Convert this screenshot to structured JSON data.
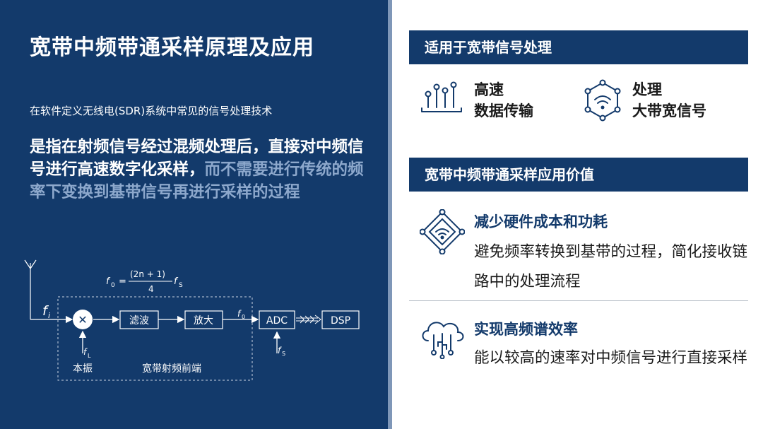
{
  "left": {
    "title": "宽带中频带通采样原理及应用",
    "subtitle": "在软件定义无线电(SDR)系统中常见的信号处理技术",
    "lead_bold": "是指在射频信号经过混频处理后，直接对中频信号进行高速数字化采样，",
    "lead_muted": "而不需要进行传统的频率下变换到基带信号再进行采样的过程"
  },
  "diagram": {
    "formula_lhs": "f",
    "formula_lhs_sub": "0",
    "formula_eq": "=",
    "formula_numerator": "(2n + 1)",
    "formula_denominator": "4",
    "formula_rhs": "f",
    "formula_rhs_sub": "S",
    "input_label": "f",
    "input_sub": "i",
    "mixer_symbol": "✕",
    "lo_label": "f",
    "lo_sub": "L",
    "lo_name": "本振",
    "filter_label": "滤波",
    "amp_label": "放大",
    "f0_label": "f",
    "f0_sub": "0",
    "adc_label": "ADC",
    "sample_label": "f",
    "sample_sub": "S",
    "dsp_label": "DSP",
    "frontend_label": "宽带射频前端"
  },
  "suitable": {
    "header": "适用于宽带信号处理",
    "item1_line1": "高速",
    "item1_line2": "数据传输",
    "item1_icon": "data-transfer-icon",
    "item2_line1": "处理",
    "item2_line2": "大带宽信号",
    "item2_icon": "wifi-hexagon-icon"
  },
  "value": {
    "header": "宽带中频带通采样应用价值",
    "v1_title": "减少硬件成本和功耗",
    "v1_desc": "避免频率转换到基带的过程，简化接收链路中的处理流程",
    "v1_icon": "network-wifi-icon",
    "v2_title": "实现高频谱效率",
    "v2_desc": "能以较高的速率对中频信号进行直接采样",
    "v2_icon": "cloud-circuit-icon"
  },
  "colors": {
    "navy": "#133a6b",
    "muted_text": "#8da8cc",
    "divider": "#7f97b8"
  }
}
